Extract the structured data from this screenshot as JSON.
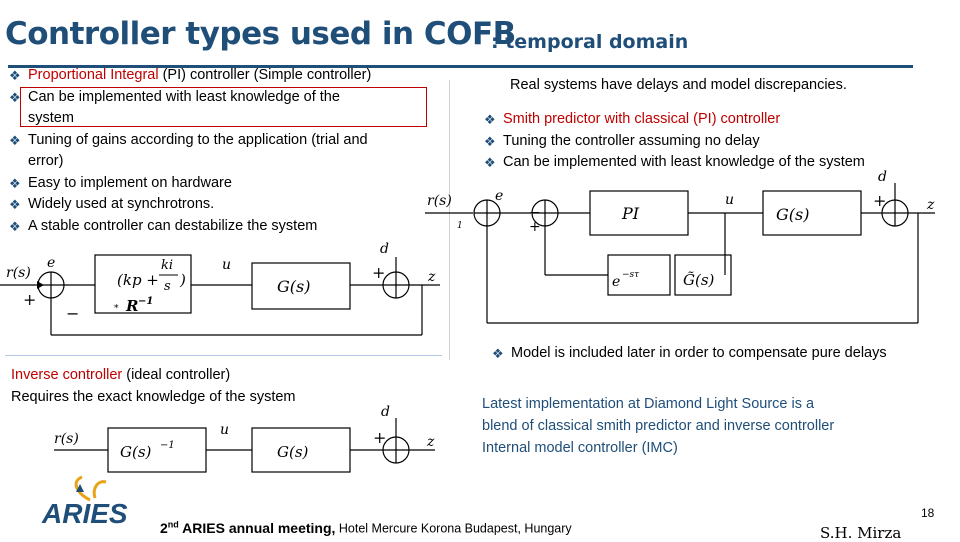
{
  "title": "Controller types used in COFB",
  "subtitle": ": temporal domain",
  "left_bullets": [
    {
      "red": "Proportional Integral",
      "text": " (PI) controller (Simple controller)"
    },
    {
      "red": "",
      "text": "Can be implemented with least knowledge of the"
    },
    {
      "red": "",
      "text": "Tuning of gains according to the application  (trial and"
    },
    {
      "red": "",
      "text": "Easy to implement on hardware"
    },
    {
      "red": "",
      "text": "Widely used at synchrotrons."
    },
    {
      "red": "",
      "text": "A stable controller can destabilize the system"
    }
  ],
  "left_bullet_continuations": [
    "system",
    "error)"
  ],
  "bullet_glyph": "❖",
  "inverse": {
    "red": "Inverse controller",
    "line1_rest": " (ideal controller)",
    "line2": "Requires the exact knowledge of the system"
  },
  "right_intro": "Real systems have delays and model discrepancies.",
  "right_bullets": [
    {
      "red": "Smith predictor with classical (PI) controller",
      "text": ""
    },
    {
      "red": "",
      "text": "Tuning the controller assuming no delay"
    },
    {
      "red": "",
      "text": "Can be implemented with least knowledge of the system"
    }
  ],
  "model_bullet": "Model is included later in order to compensate pure delays",
  "latest": [
    "Latest implementation at Diamond Light Source is a",
    "blend of classical smith predictor and inverse controller",
    "Internal model controller (IMC)"
  ],
  "diagram_pi": {
    "r": "r(s)",
    "e": "e",
    "u": "u",
    "d": "d",
    "z": "z",
    "ctrl_num": "ki",
    "ctrl_pre": "(kp +",
    "ctrl_den": "s",
    "ctrl_close": ")",
    "rinv": "R",
    "rinv_sup": "−1",
    "star": "*",
    "plant": "G(s)",
    "plus": "+",
    "minus": "−"
  },
  "diagram_inv": {
    "r": "r(s)",
    "u": "u",
    "d": "d",
    "z": "z",
    "ctrl": "G(s)",
    "ctrl_sup": "−1",
    "plant": "G(s)",
    "plus": "+"
  },
  "diagram_smith": {
    "r": "r(s)",
    "e": "e",
    "u": "u",
    "d": "d",
    "z": "z",
    "ctrl": "PI",
    "plant": "G(s)",
    "delay": "e",
    "delay_sup": "−sτ",
    "model": "G̃(s)",
    "plus": "+",
    "minus": "−",
    "tick": "1"
  },
  "logo_text": "ARIES",
  "footer": {
    "ord": "2",
    "ord_sup": "nd",
    "meeting": " ARIES annual meeting,",
    "venue": " Hotel Mercure Korona Budapest, Hungary"
  },
  "author": "S.H. Mirza",
  "page_number": "18",
  "colors": {
    "title": "#1f4e79",
    "accent_red": "#c00000",
    "rule": "#1f4e79",
    "logo_blue": "#1f4e79",
    "logo_gold": "#e8a317"
  }
}
